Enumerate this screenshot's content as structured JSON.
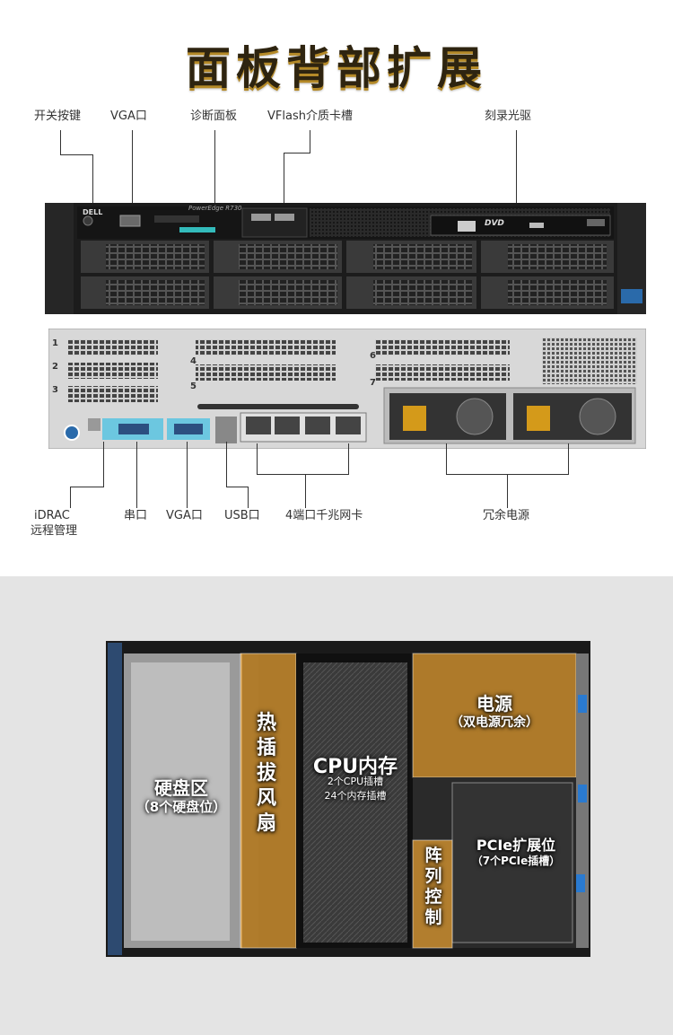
{
  "page_title": "面板背部扩展",
  "front_panel": {
    "labels": {
      "power_button": "开关按键",
      "vga_port": "VGA口",
      "diagnostic_panel": "诊断面板",
      "vflash_slot": "VFlash介质卡槽",
      "optical_drive": "刻录光驱"
    },
    "printed": {
      "brand": "DELL",
      "model": "PowerEdge R730",
      "dvd": "DVD"
    }
  },
  "rear_panel": {
    "labels": {
      "idrac_line1": "iDRAC",
      "idrac_line2": "远程管理",
      "serial": "串口",
      "vga": "VGA口",
      "usb": "USB口",
      "nic": "4端口千兆网卡",
      "psu": "冗余电源"
    },
    "slot_numbers": [
      "1",
      "2",
      "3",
      "4",
      "5",
      "6",
      "7"
    ]
  },
  "internal": {
    "hdd_title": "硬盘区",
    "hdd_sub": "（8个硬盘位）",
    "fan_title": "热插拔风扇",
    "cpu_title": "CPU内存",
    "cpu_sub1": "2个CPU插槽",
    "cpu_sub2": "24个内存插槽",
    "psu_title": "电源",
    "psu_sub": "（双电源冗余）",
    "raid_title": "阵列控制",
    "pcie_title": "PCIe扩展位",
    "pcie_sub": "（7个PCIe插槽）"
  },
  "colors": {
    "highlight": "#e8a030",
    "title_dark": "#2e2410",
    "title_gold": "#b58a28"
  }
}
